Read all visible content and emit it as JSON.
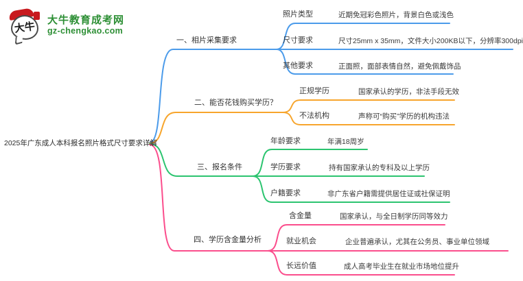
{
  "logo": {
    "icon_text": "大牛",
    "site_name": "大牛教育成考网",
    "site_url": "gz-chengkao.com",
    "brand_green": "#2d8f35",
    "seal_red": "#c8191e"
  },
  "mindmap": {
    "title": "2025年广东成人本科报名照片格式尺寸要求详解",
    "branches": [
      {
        "label": "一、相片采集要求",
        "color": "#4b9bea",
        "children": [
          {
            "label": "照片类型",
            "value": "近期免冠彩色照片，背景白色或浅色"
          },
          {
            "label": "尺寸要求",
            "value": "尺寸25mm x 35mm，文件大小200KB以下，分辨率300dpi"
          },
          {
            "label": "其他要求",
            "value": "正面照，面部表情自然，避免佩戴饰品"
          }
        ]
      },
      {
        "label": "二、能否花钱购买学历？",
        "color": "#f7a52c",
        "children": [
          {
            "label": "正规学历",
            "value": "国家承认的学历，非法手段无效"
          },
          {
            "label": "不法机构",
            "value": "声称可“购买”学历的机构违法"
          }
        ]
      },
      {
        "label": "三、报名条件",
        "color": "#2bc46f",
        "children": [
          {
            "label": "年龄要求",
            "value": "年满18周岁"
          },
          {
            "label": "学历要求",
            "value": "持有国家承认的专科及以上学历"
          },
          {
            "label": "户籍要求",
            "value": "非广东省户籍需提供居住证或社保证明"
          }
        ]
      },
      {
        "label": "四、学历含金量分析",
        "color": "#fb4d8c",
        "children": [
          {
            "label": "含金量",
            "value": "国家承认，与全日制学历同等效力"
          },
          {
            "label": "就业机会",
            "value": "企业普遍承认，尤其在公务员、事业单位领域"
          },
          {
            "label": "长远价值",
            "value": "成人高考毕业生在就业市场地位提升"
          }
        ]
      }
    ]
  }
}
